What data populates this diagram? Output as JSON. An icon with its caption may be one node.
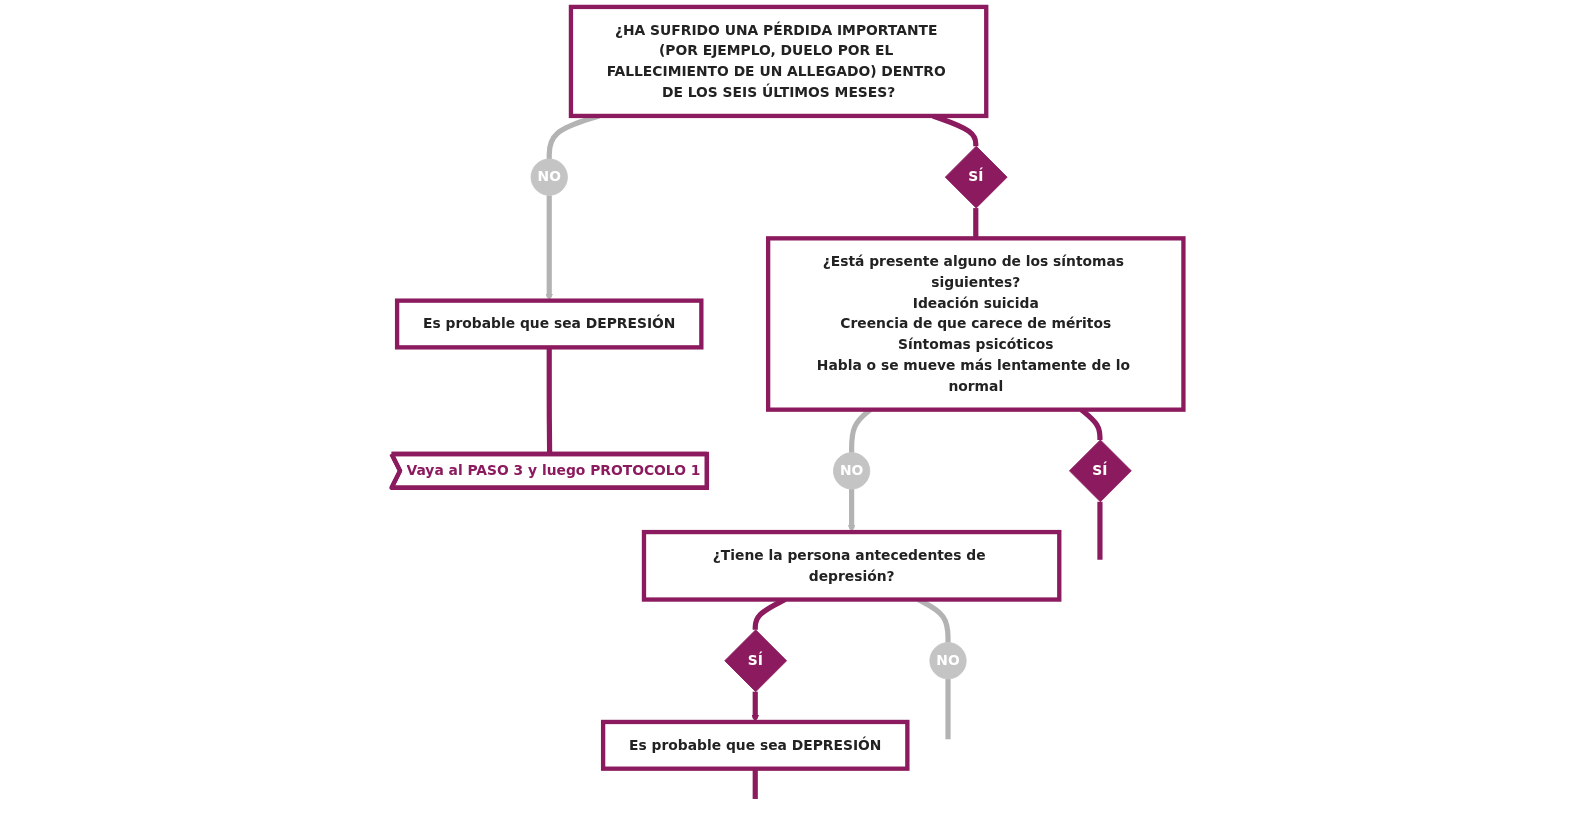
{
  "diagram": {
    "nodes": [
      {
        "text": [
          "¿HA SUFRIDO UNA PÉRDIDA IMPORTANTE (POR EJEMPLO, DUELO POR EL FALLECIMIENTO DE UN ALLEGADO) DENTRO DE LOS SEIS ÚLTIMOS MESES?"
        ]
      },
      {
        "text": [
          "SÍ"
        ]
      },
      {
        "text": [
          "NO"
        ]
      },
      {
        "text": [
          "Es probable que sea DEPRESIÓN"
        ]
      },
      {
        "text": [
          "Vaya al PASO 3 y luego PROTOCOLO 1"
        ]
      },
      {
        "text": [
          "¿Está presente alguno de los síntomas siguientes?",
          "Ideación suicida",
          "Creencia de que carece de méritos",
          "Síntomas psicóticos",
          "Habla o se mueve más lentamente de lo normal"
        ]
      },
      {
        "text": [
          "NO"
        ]
      },
      {
        "text": [
          "SÍ"
        ]
      },
      {
        "text": [
          "¿Tiene la persona antecedentes de depresión?"
        ]
      },
      {
        "text": [
          "NO"
        ]
      },
      {
        "text": [
          "SÍ"
        ]
      },
      {
        "text": [
          "Es probable que sea DEPRESIÓN"
        ]
      }
    ],
    "edges": [
      {
        "from": 0,
        "to": 1,
        "arrow": "none"
      },
      {
        "from": 0,
        "to": 2,
        "arrow": "none",
        "color": "#b3b3b3"
      },
      {
        "from": 2,
        "to": 3,
        "arrow": "to",
        "color": "#b3b3b3"
      },
      {
        "from": 1,
        "to": 5,
        "arrow": "none"
      },
      {
        "from": 3,
        "to": 4,
        "arrow": "none"
      },
      {
        "from": 5,
        "to": 6,
        "arrow": "none",
        "color": "#b3b3b3"
      },
      {
        "from": 6,
        "to": 8,
        "arrow": "to",
        "color": "#b3b3b3"
      },
      {
        "from": 5,
        "to": 7,
        "arrow": "none"
      },
      {
        "from": 7,
        "to": null,
        "arrow": "none"
      },
      {
        "from": 8,
        "to": 9,
        "arrow": "none",
        "color": "#b3b3b3"
      },
      {
        "from": 8,
        "to": 10,
        "arrow": "none"
      },
      {
        "from": 10,
        "to": 11,
        "arrow": "to"
      },
      {
        "from": 9,
        "to": null,
        "arrow": "none",
        "color": "#b3b3b3"
      },
      {
        "from": 11,
        "to": null,
        "arrow": "none"
      }
    ]
  }
}
